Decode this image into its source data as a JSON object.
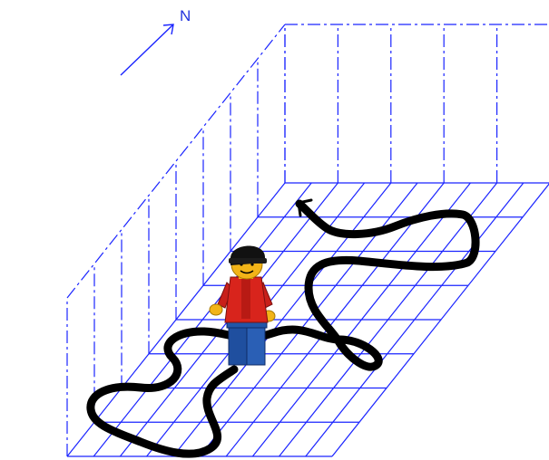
{
  "compass": {
    "label": "N"
  },
  "colors": {
    "grid": "#1a24ff",
    "path": "#000000",
    "arrow": "#1a24ff",
    "figure_shirt": "#d8241c",
    "figure_legs": "#1f4f9f",
    "figure_skin": "#f2b418",
    "figure_cap": "#111111",
    "background": "#ffffff"
  },
  "floor_grid": {
    "rows": 8,
    "columns": 10
  },
  "walls": {
    "style": "dash-dot"
  },
  "figure": {
    "icon": "lego-minifigure"
  }
}
